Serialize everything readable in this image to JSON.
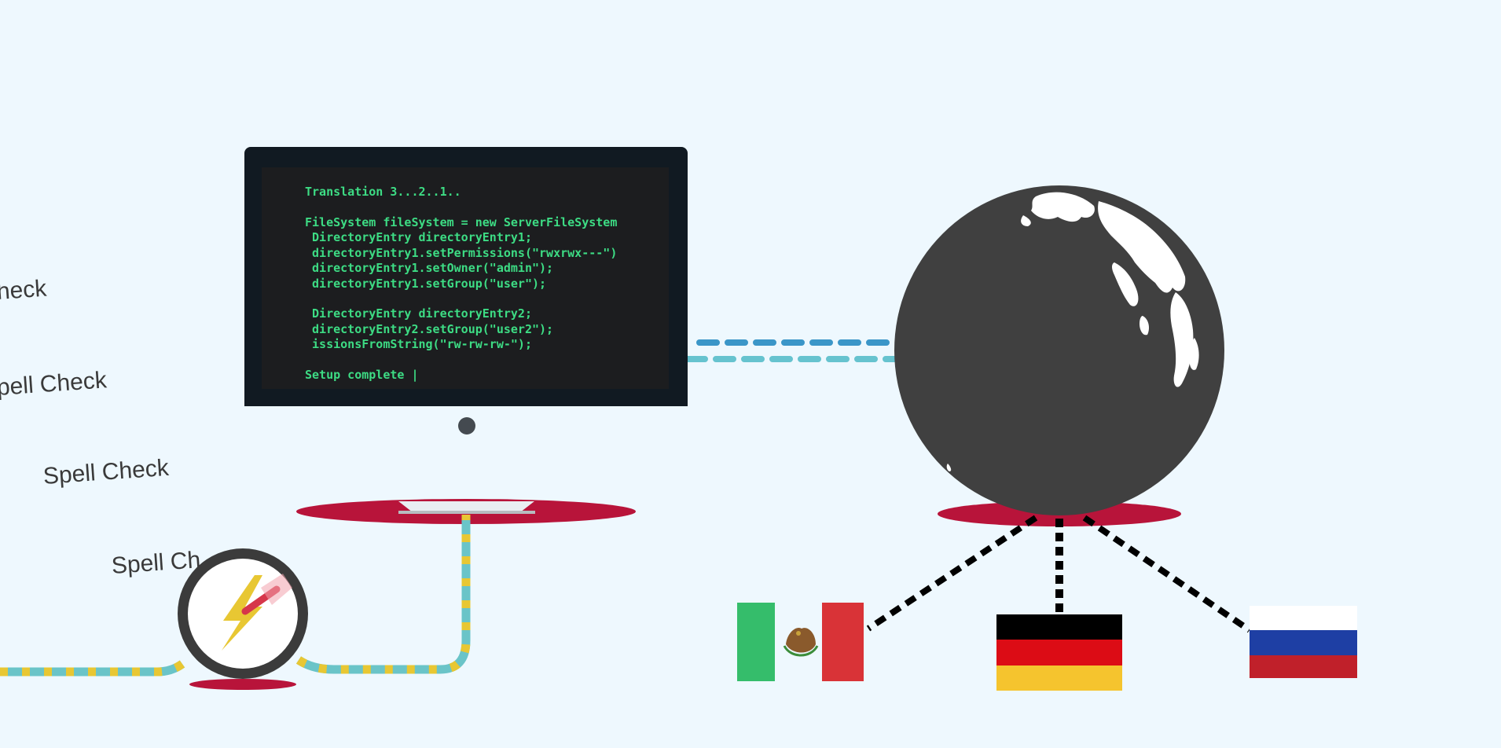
{
  "spell_labels": [
    "heck",
    "pell Check",
    "Spell Check",
    "Spell Ch"
  ],
  "terminal": {
    "lines": [
      "Translation 3...2..1..",
      "",
      "FileSystem fileSystem = new ServerFileSystem",
      " DirectoryEntry directoryEntry1;",
      " directoryEntry1.setPermissions(\"rwxrwx---\")",
      " directoryEntry1.setOwner(\"admin\");",
      " directoryEntry1.setGroup(\"user\");",
      "",
      " DirectoryEntry directoryEntry2;",
      " directoryEntry2.setGroup(\"user2\");",
      " issionsFromString(\"rw-rw-rw-\");",
      "",
      "Setup complete |"
    ]
  },
  "icons": {
    "gauge": "lightning-bolt-icon",
    "globe": "globe-icon",
    "flags": [
      "mexico-flag-icon",
      "germany-flag-icon",
      "russia-flag-icon"
    ]
  },
  "colors": {
    "background": "#eef8fe",
    "monitor_frame": "#111a22",
    "terminal_text": "#3ddc84",
    "pedestal_red": "#b8143a",
    "cable_teal": "#6ac4c8",
    "cable_yellow": "#e8c733",
    "globe": "#404040",
    "link_blue": "#3b96c8",
    "link_teal": "#66c3cf"
  }
}
